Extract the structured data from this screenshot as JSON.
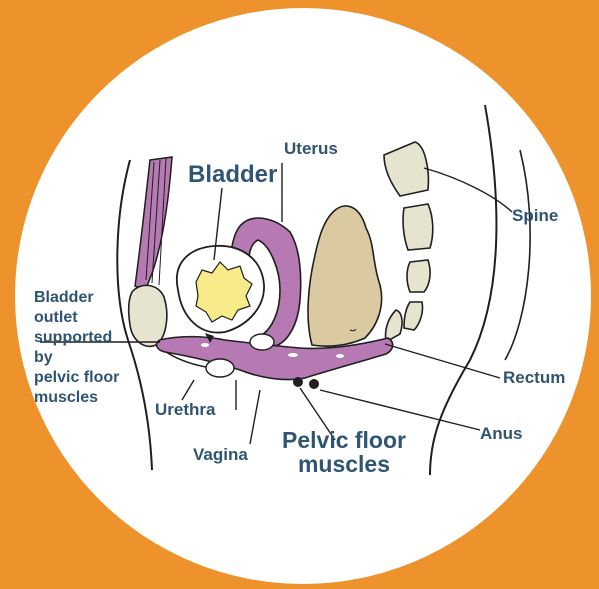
{
  "colors": {
    "background": "#ee922b",
    "circle": "#ffffff",
    "label_text": "#2f5573",
    "outline": "#1f1f1f",
    "pelvic_floor_muscle": "#b679b3",
    "uterus": "#b679b3",
    "rectum_stool": "#dac9a1",
    "bone": "#e6e4ce",
    "urine": "#f6eb88"
  },
  "labels": {
    "uterus": "Uterus",
    "bladder": "Bladder",
    "spine": "Spine",
    "bladder_outlet": "Bladder\noutlet\nsupported\nby\npelvic floor\nmuscles",
    "rectum": "Rectum",
    "urethra": "Urethra",
    "anus": "Anus",
    "vagina": "Vagina",
    "pelvic_floor_muscles": "Pelvic floor\nmuscles"
  }
}
